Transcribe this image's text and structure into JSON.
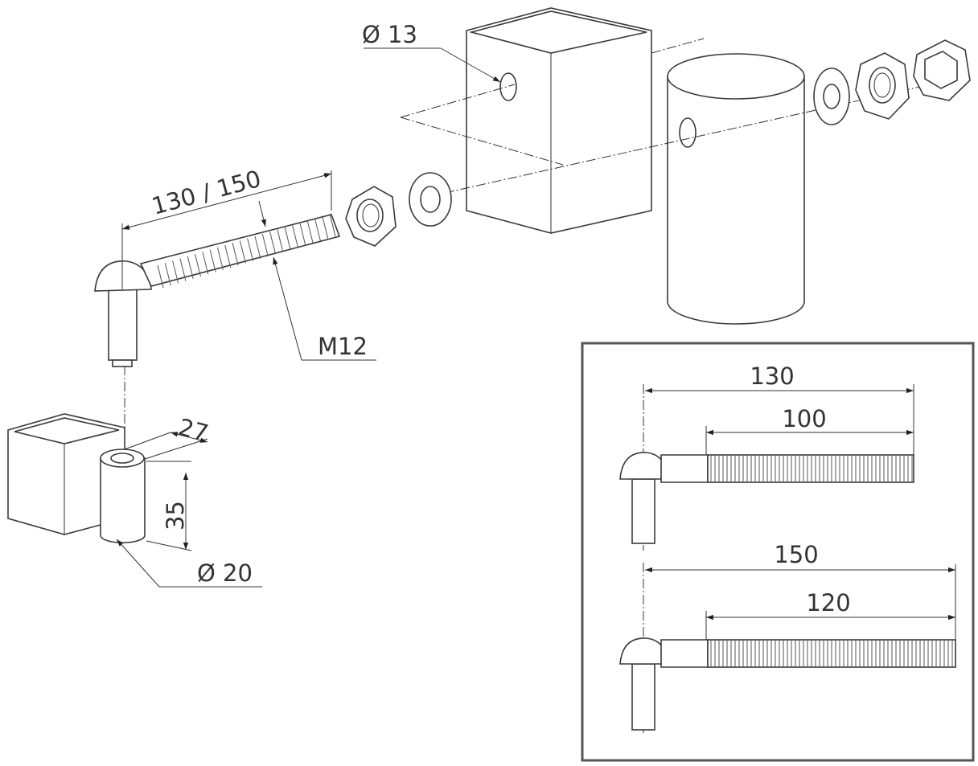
{
  "dimensions": {
    "hole_diameter": "Ø 13",
    "bolt_length": "130 / 150",
    "thread": "M12",
    "collar_width": "27",
    "collar_height": "35",
    "collar_diameter": "Ø 20"
  },
  "variants": {
    "short": {
      "total": "130",
      "thread": "100"
    },
    "long": {
      "total": "150",
      "thread": "120"
    }
  }
}
